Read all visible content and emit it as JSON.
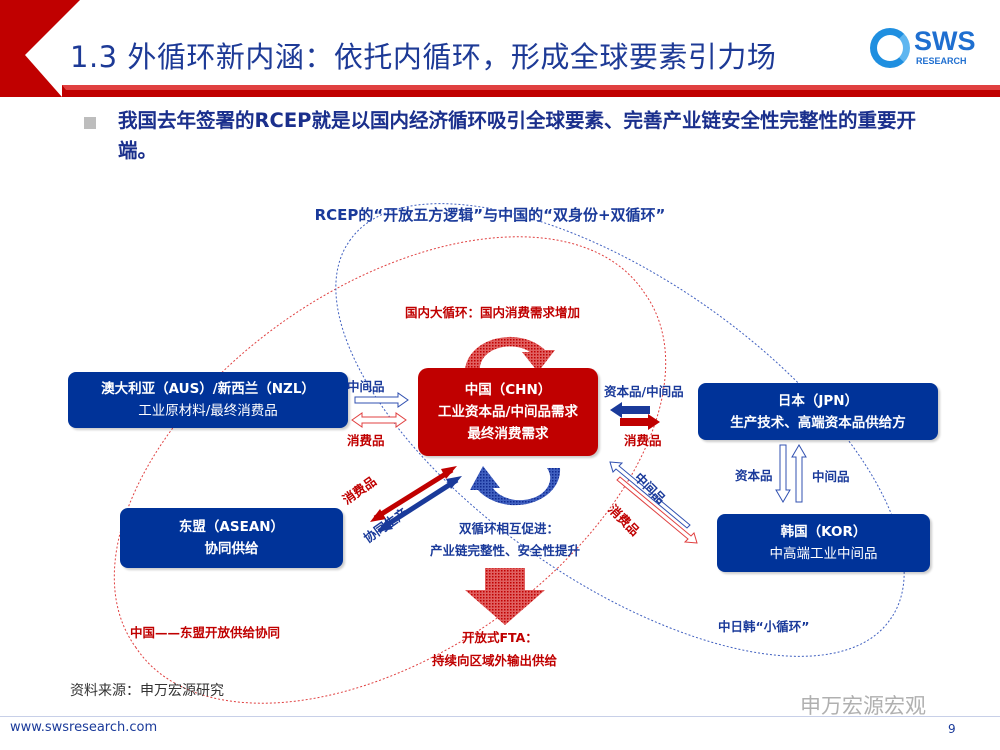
{
  "header": {
    "title": "1.3 外循环新内涵：依托内循环，形成全球要素引力场",
    "logo_text": "SWS",
    "logo_sub": "RESEARCH"
  },
  "bullet": "我国去年签署的RCEP就是以国内经济循环吸引全球要素、完善产业链安全性完整性的重要开端。",
  "diagram": {
    "title": "RCEP的“开放五方逻辑”与中国的“双身份+双循环”",
    "boxes": {
      "aus": {
        "line1": "澳大利亚（AUS）/新西兰（NZL）",
        "line2": "工业原材料/最终消费品"
      },
      "chn": {
        "line1": "中国（CHN）",
        "line2": "工业资本品/中间品需求",
        "line3": "最终消费需求"
      },
      "jpn": {
        "line1": "日本（JPN）",
        "line2": "生产技术、高端资本品供给方"
      },
      "asean": {
        "line1": "东盟（ASEAN）",
        "line2": "协同供给"
      },
      "kor": {
        "line1": "韩国（KOR）",
        "line2": "中高端工业中间品"
      }
    },
    "labels": {
      "domestic_loop": "国内大循环：国内消费需求增加",
      "aus_intermediate": "中间品",
      "aus_consumer": "消费品",
      "jpn_capital_intermediate": "资本品/中间品",
      "jpn_consumer": "消费品",
      "asean_consumer": "消费品",
      "asean_coproduction": "协同生产",
      "kor_intermediate": "中间品",
      "kor_consumer": "消费品",
      "jk_capital": "资本品",
      "jk_intermediate": "中间品",
      "dual_loop_1": "双循环相互促进：",
      "dual_loop_2": "产业链完整性、安全性提升",
      "fta_1": "开放式FTA：",
      "fta_2": "持续向区域外输出供给",
      "china_asean": "中国——东盟开放供给协同",
      "cjk": "中日韩“小循环”"
    }
  },
  "footer": {
    "source": "资料来源：申万宏源研究",
    "url": "www.swsresearch.com",
    "page": "9",
    "watermark": "申万宏源宏观"
  }
}
